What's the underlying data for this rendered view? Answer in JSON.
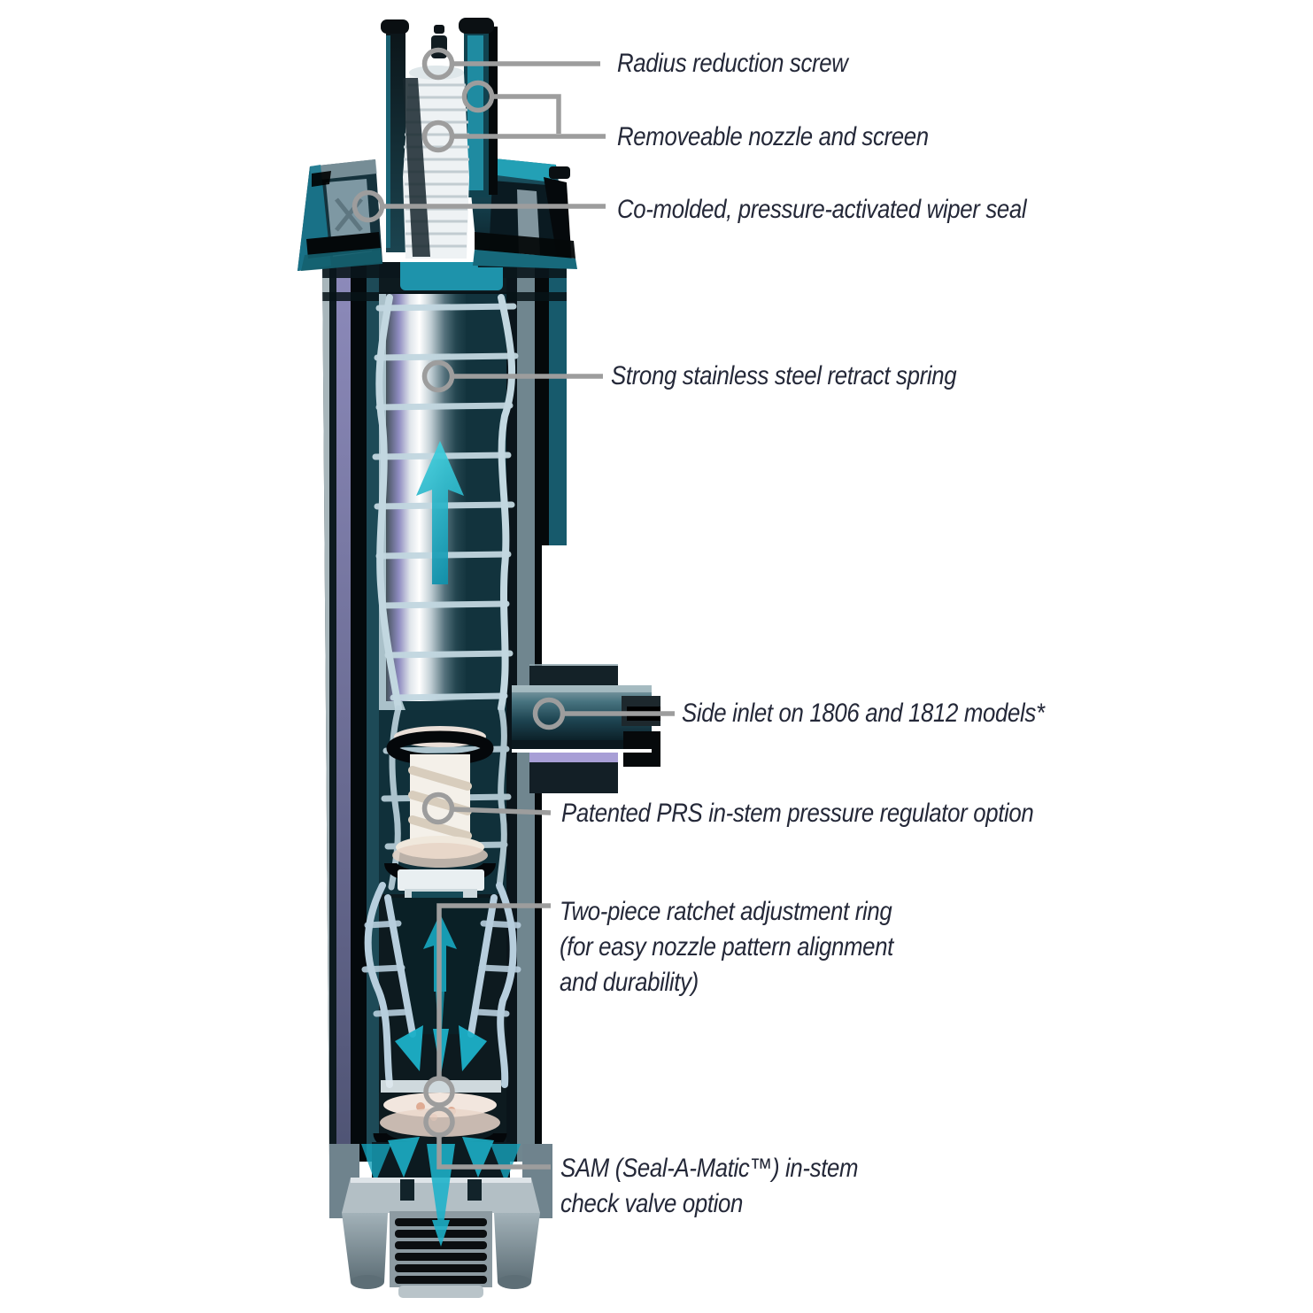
{
  "diagram": {
    "type": "cutaway-callout-diagram",
    "subject": "pop-up spray sprinkler cutaway",
    "callouts": [
      {
        "id": "radius-reduction-screw",
        "label": "Radius reduction screw"
      },
      {
        "id": "removeable-nozzle-screen",
        "label": "Removeable nozzle and screen"
      },
      {
        "id": "wiper-seal",
        "label": "Co-molded, pressure-activated wiper seal"
      },
      {
        "id": "retract-spring",
        "label": "Strong stainless steel retract spring"
      },
      {
        "id": "side-inlet",
        "label": "Side inlet on 1806 and 1812 models*"
      },
      {
        "id": "prs-regulator",
        "label": "Patented PRS in-stem pressure regulator option"
      },
      {
        "id": "ratchet-ring",
        "label_lines": [
          "Two-piece ratchet adjustment ring",
          "(for easy nozzle pattern alignment",
          "and durability)"
        ]
      },
      {
        "id": "sam-check-valve",
        "label_lines": [
          "SAM (Seal-A-Matic™) in-stem",
          "check valve option"
        ]
      }
    ],
    "colors": {
      "leader_gray": "#9d9d9d",
      "label_text": "#242838",
      "body_dark": "#0d1a1f",
      "teal_accent": "#1f8ba1",
      "arrow_teal": "#1cb0c8",
      "spring_lattice": "#c2d7e0",
      "purple_highlight": "#8b8dbd",
      "prs_spring_white": "#f4f0e9"
    }
  }
}
